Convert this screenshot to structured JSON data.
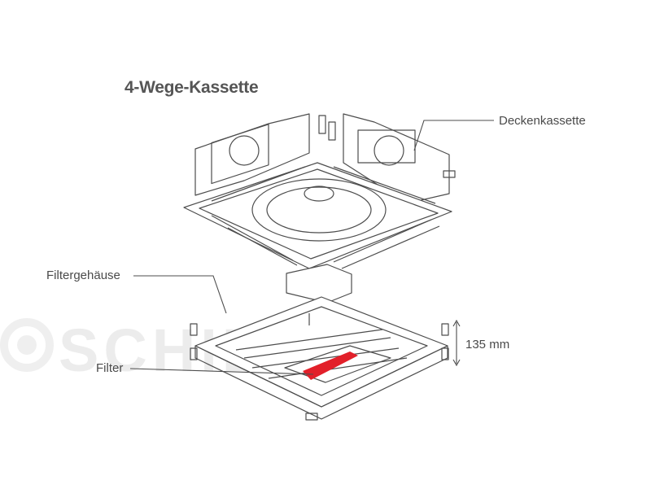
{
  "title": "4-Wege-Kassette",
  "labels": {
    "ceiling_cassette": "Deckenkassette",
    "filter_housing": "Filtergehäuse",
    "filter": "Filter",
    "height": "135 mm"
  },
  "watermark": "SCHIESSL",
  "colors": {
    "line": "#4d4d4d",
    "filter_highlight": "#e2202a",
    "watermark": "#ececec",
    "text": "#4a4a4a"
  }
}
